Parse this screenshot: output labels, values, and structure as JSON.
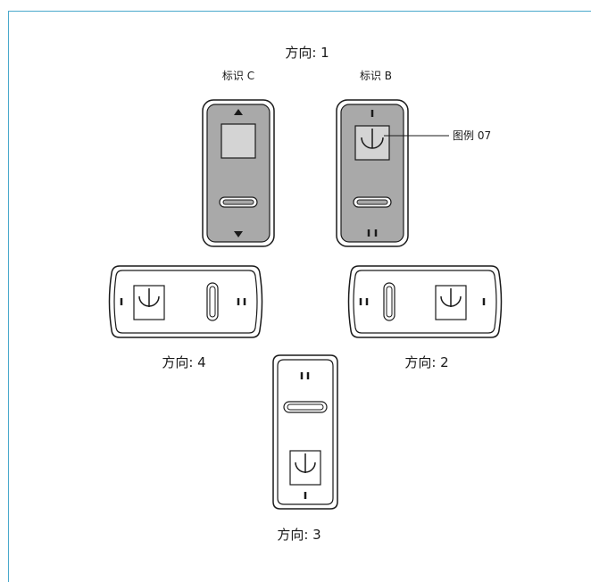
{
  "orientations": {
    "o1": "方向: 1",
    "o2": "方向: 2",
    "o3": "方向: 3",
    "o4": "方向: 4"
  },
  "markers": {
    "c": "标识 C",
    "b": "标识 B"
  },
  "callout": "图例 07",
  "colors": {
    "frame_border": "#4aa9cc",
    "device_gray": "#a9a9a9",
    "screen_light": "#d4d4d4",
    "stroke": "#1a1a1a"
  }
}
